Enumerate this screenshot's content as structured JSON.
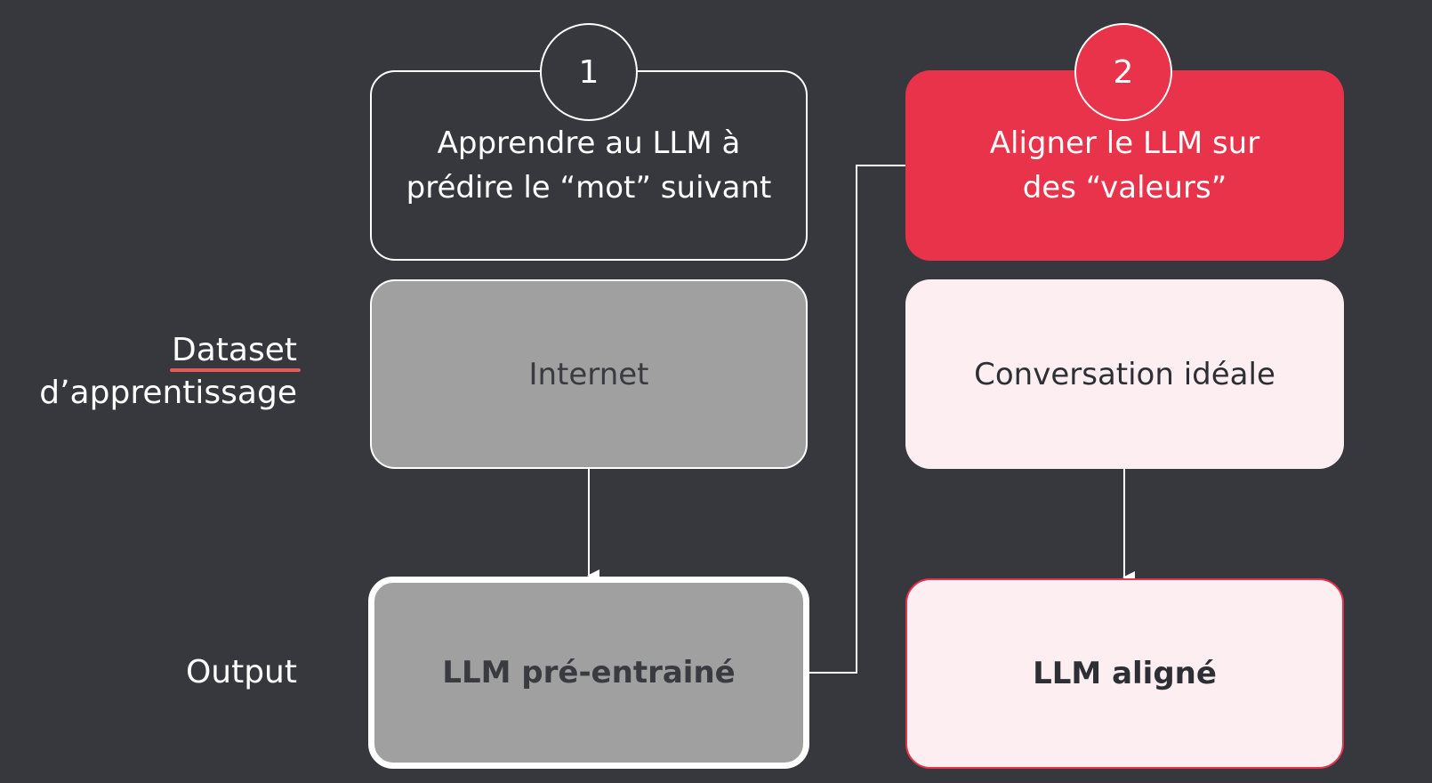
{
  "steps": [
    {
      "number": "1",
      "text": "Apprendre au LLM à\nprédire le “mot” suivant"
    },
    {
      "number": "2",
      "text": "Aligner le LLM sur\ndes “valeurs”"
    }
  ],
  "row_labels": {
    "dataset_line1": "Dataset",
    "dataset_line2": "d’apprentissage",
    "output": "Output"
  },
  "datasets": [
    "Internet",
    "Conversation idéale"
  ],
  "outputs": [
    "LLM pré-entrainé",
    "LLM aligné"
  ],
  "colors": {
    "background": "#37383d",
    "accent": "#e8334a",
    "gray_box": "#a0a0a0",
    "pink_box": "#fdeef2",
    "line": "#ffffff"
  }
}
